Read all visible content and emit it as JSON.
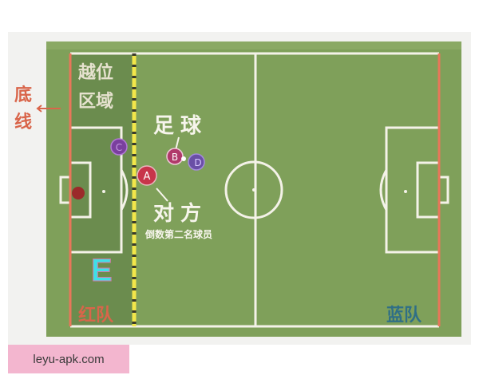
{
  "labels": {
    "offside_zone_line1": "越位",
    "offside_zone_line2": "区域",
    "end_line_char1": "底",
    "end_line_char2": "线",
    "football": "足球",
    "opponent": "对方",
    "note": "倒数第二名球员",
    "red_team": "红队",
    "blue_team": "蓝队"
  },
  "players": {
    "a": "A",
    "b": "B",
    "c": "C",
    "d": "D",
    "e": "E"
  },
  "watermark": "leyu-apk.com",
  "colors": {
    "grass": "#7fa05a",
    "grass_light": "#8aa964",
    "offside_zone": "#6b8c4e",
    "lines": "#f4f2e8",
    "end_line": "#e8765a",
    "offside_line": "#f2e64a",
    "red_text": "#d9654a",
    "blue_text": "#2f6f86",
    "marker_red": "#c8344a",
    "marker_purple": "#7a3f9e",
    "e_cyan": "#3fe0e8"
  }
}
